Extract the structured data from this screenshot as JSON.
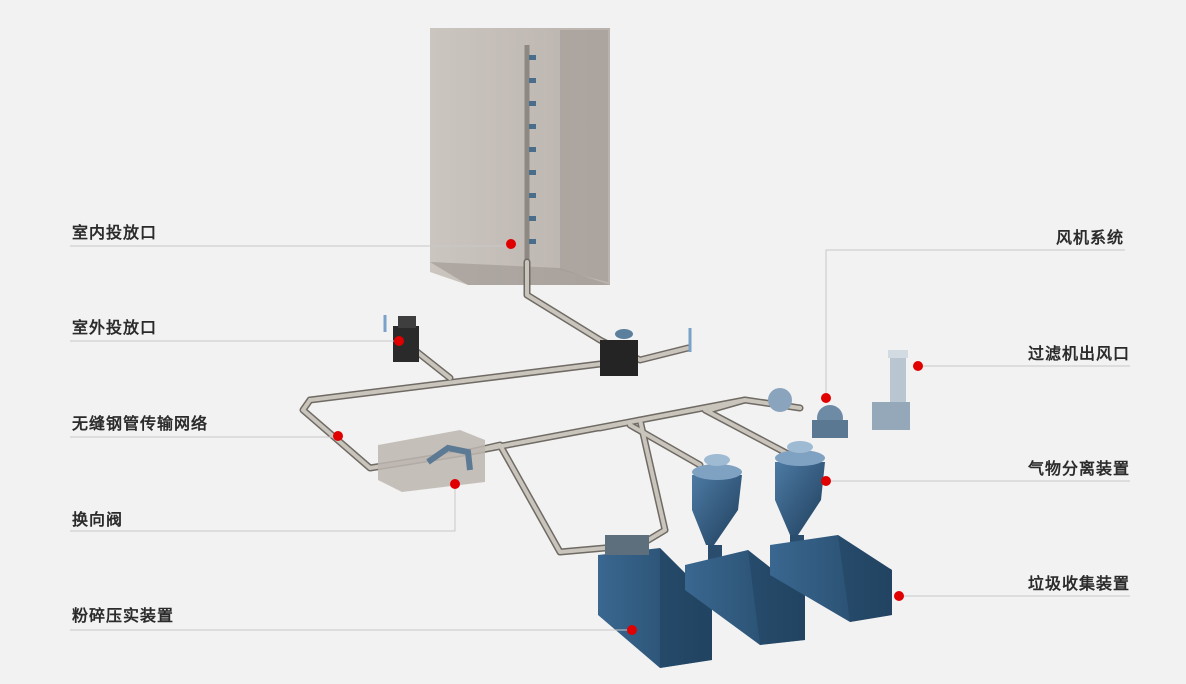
{
  "labels": {
    "indoor_inlet": "室内投放口",
    "outdoor_inlet": "室外投放口",
    "pipe_network": "无缝钢管传输网络",
    "diverter_valve": "换向阀",
    "compactor": "粉碎压实装置",
    "fan_system": "风机系统",
    "filter_outlet": "过滤机出风口",
    "separator": "气物分离装置",
    "collector": "垃圾收集装置"
  },
  "colors": {
    "background": "#f2f2f2",
    "marker": "#e00000",
    "leader_line": "#c8c8c8",
    "building": "#bfb7b1",
    "pipe": "#a9a49c",
    "equipment_blue": "#2f5a80",
    "label_text": "#2b2b2b"
  }
}
